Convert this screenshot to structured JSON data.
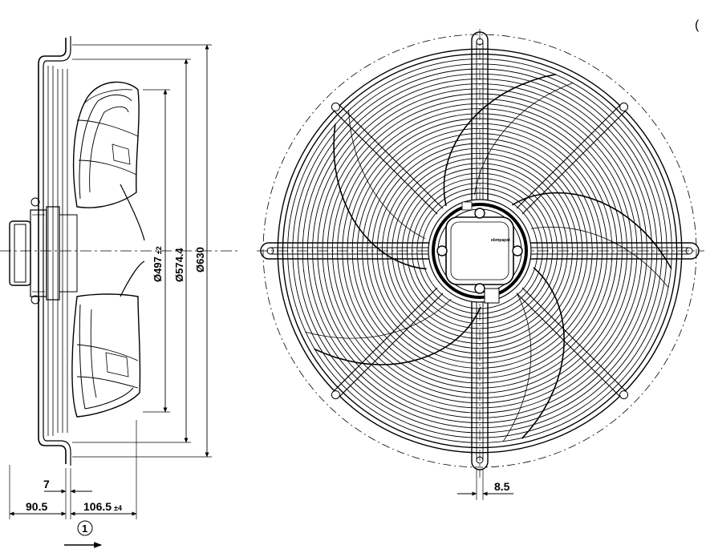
{
  "dimensions": {
    "d_497": "Ø497",
    "d_497_tol": "±2",
    "d_574": "Ø574.4",
    "d_630": "Ø630",
    "w_7": "7",
    "w_90": "90.5",
    "w_106": "106.5",
    "w_106_tol": "±4",
    "w_8": "8.5"
  },
  "markers": {
    "airflow_label": "1",
    "corner_mark": "("
  },
  "logo": "ebmpapst"
}
